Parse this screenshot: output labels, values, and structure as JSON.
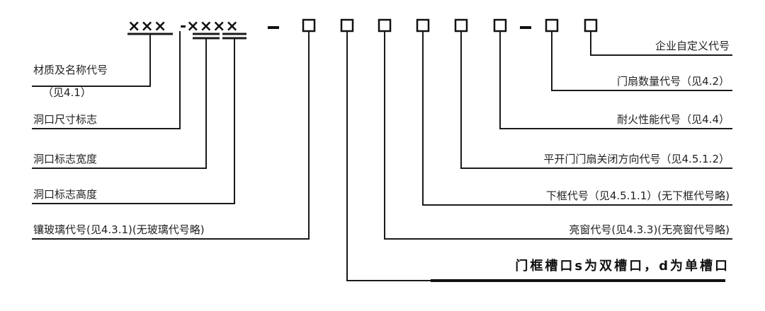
{
  "code": {
    "part1": "×××",
    "part2": "-××××",
    "dash": "-"
  },
  "left_labels": [
    {
      "id": "material",
      "text": "材质及名称代号",
      "sub": "（见4.1）"
    },
    {
      "id": "opening-mark",
      "text": "洞口尺寸标志"
    },
    {
      "id": "opening-width",
      "text": "洞口标志宽度"
    },
    {
      "id": "opening-height",
      "text": "洞口标志高度"
    },
    {
      "id": "glass",
      "text": "镶玻璃代号(见4.3.1)(无玻璃代号略)"
    }
  ],
  "right_labels": [
    {
      "id": "enterprise",
      "text": "企业自定义代号"
    },
    {
      "id": "leaf-count",
      "text": "门扇数量代号（见4.2）"
    },
    {
      "id": "fire",
      "text": "耐火性能代号（见4.4）"
    },
    {
      "id": "swing",
      "text": "平开门门扇关闭方向代号（见4.5.1.2）"
    },
    {
      "id": "bottom-frame",
      "text": "下框代号（见4.5.1.1）(无下框代号略)"
    },
    {
      "id": "transom",
      "text": "亮窗代号(见4.3.3)(无亮窗代号略)"
    },
    {
      "id": "frame-groove",
      "text": "门框槽口s为双槽口，d为单槽口"
    }
  ]
}
